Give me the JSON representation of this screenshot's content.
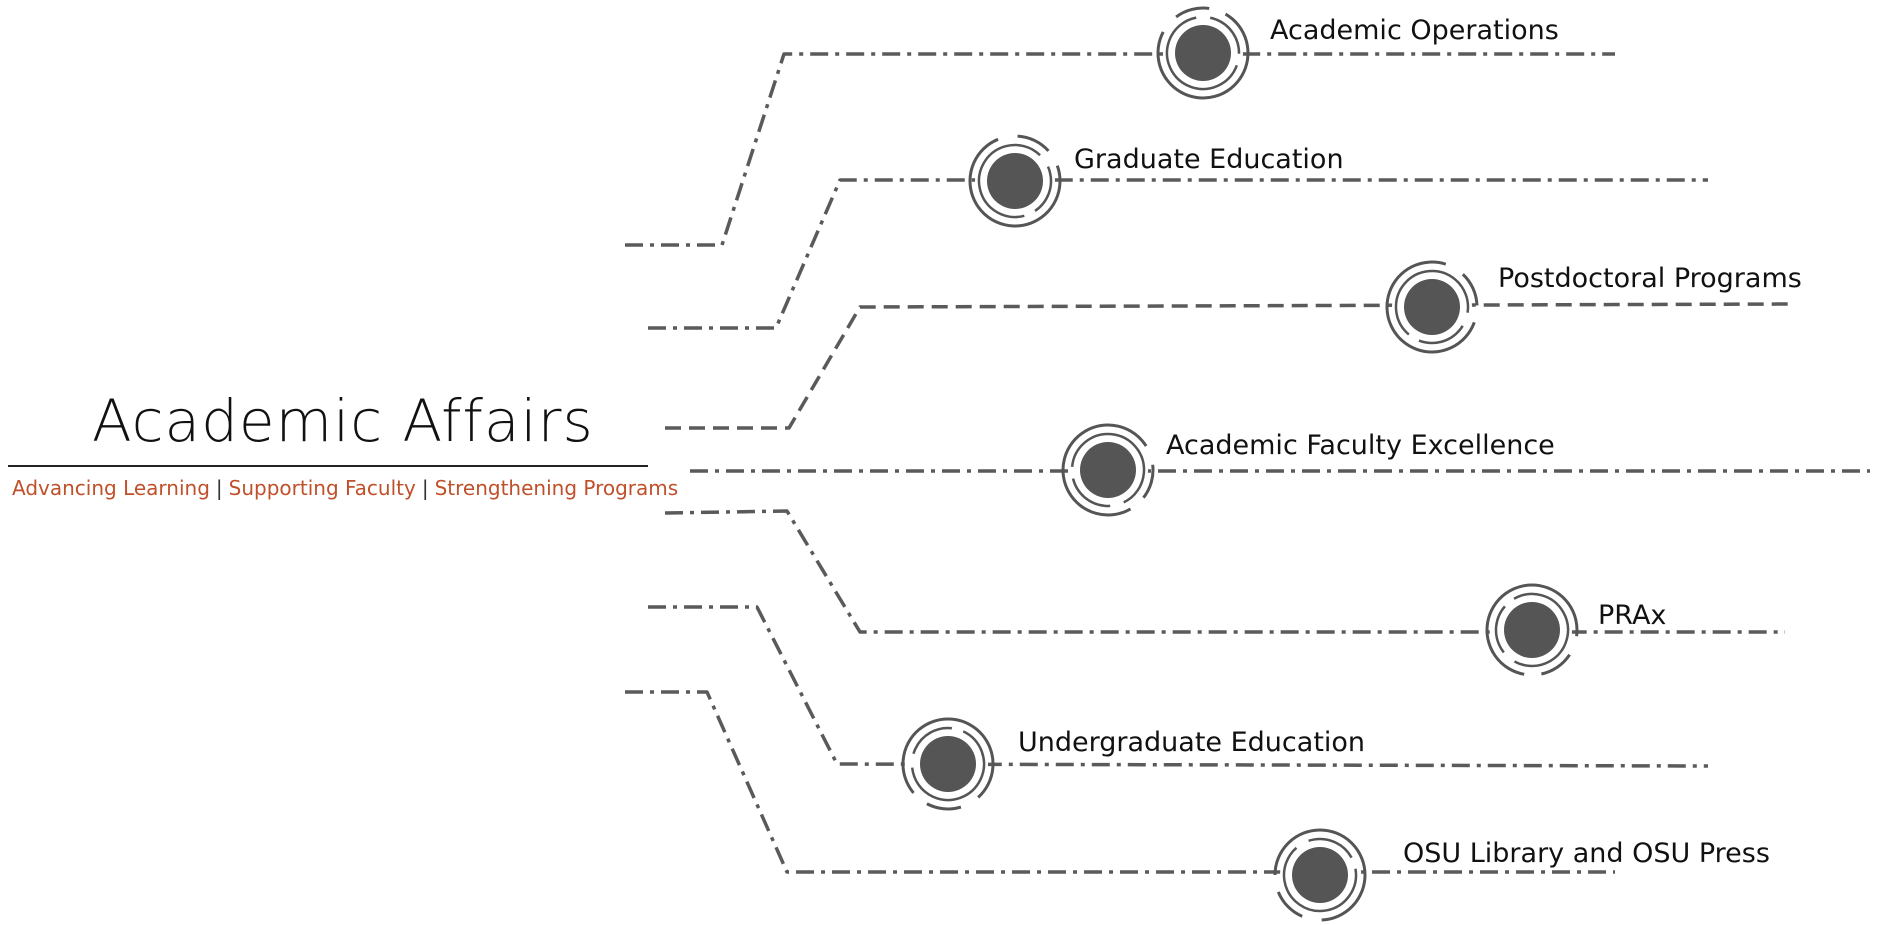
{
  "title": "Academic Affairs",
  "tagline": {
    "parts": [
      "Advancing Learning",
      "Supporting Faculty",
      "Strengthening Programs"
    ],
    "separator": "|"
  },
  "colors": {
    "accent": "#c0502a",
    "line": "#5a5a5a",
    "bullet": "#555555"
  },
  "branches": [
    {
      "id": "academic-operations",
      "label": "Academic Operations",
      "line_style": "dash-dot"
    },
    {
      "id": "graduate-education",
      "label": "Graduate Education",
      "line_style": "dash-dot"
    },
    {
      "id": "postdoctoral-programs",
      "label": "Postdoctoral Programs",
      "line_style": "dashed"
    },
    {
      "id": "academic-faculty-excellence",
      "label": "Academic Faculty Excellence",
      "line_style": "dash-dot"
    },
    {
      "id": "prax",
      "label": "PRAx",
      "line_style": "dash-dot"
    },
    {
      "id": "undergraduate-education",
      "label": "Undergraduate Education",
      "line_style": "dash-dot"
    },
    {
      "id": "osu-library-press",
      "label": "OSU Library and OSU Press",
      "line_style": "dash-dot"
    }
  ]
}
